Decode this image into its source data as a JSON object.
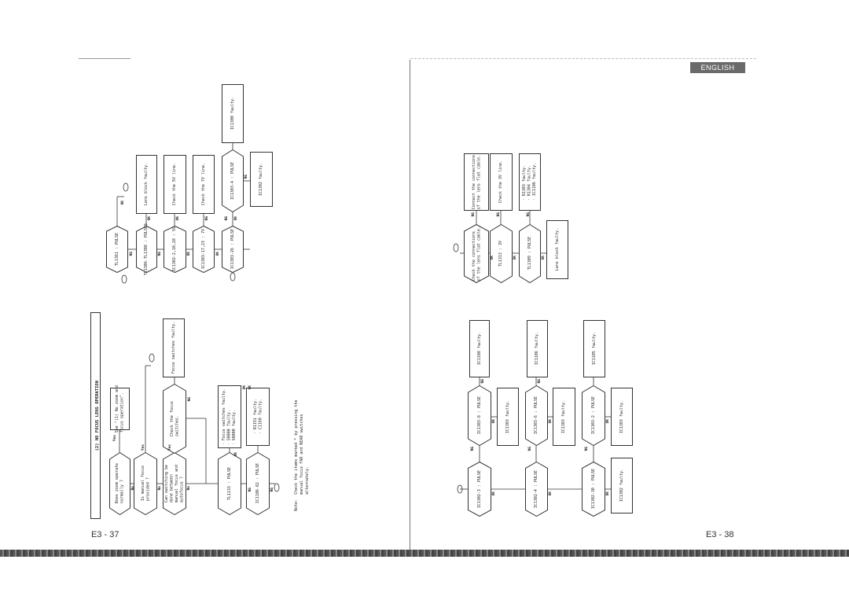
{
  "left_page": {
    "page_number": "E3 - 37",
    "title": "(2) NO FOCUS LENS OPERATION",
    "nodes": {
      "q_zoom": "Does zoom operate\nnormally ?",
      "r_see": "See \"(1) No zoom and\nfocus operation\".",
      "q_manual": "Is manual focus\nprovided ?",
      "q_switch": "Can switching be\ndone between\nmanual focus and\nautofocus ?",
      "q_checksw": "Check the focus\nswitches.",
      "r_focussw": "Focus switches faulty.",
      "q_tl1133": "TL1133 : PULSE",
      "r_tl1133": "· Focus switches faulty.\n· S0000 faulty.\n· S0000 faulty.",
      "q_ic1106": "IC1106-82 : PULSE",
      "r_ic1106": "· R1151 faulty.\n· C1160 faulty.",
      "q_tl1361": "TL1361 : PULSE",
      "q_tl1306": "TL1306-TL1308 : PULSES",
      "r_lens1": "Lens block faulty.",
      "q_ic1302_5v": "IC1302-2,10,28 : 5V",
      "r_5v": "Check the 5V line.",
      "q_ic1303_7v": "IC1303-17,23 : 7V",
      "r_7v": "Check the 7V line.",
      "q_ic1303_26": "IC1303-26 : PULSE",
      "q_ic1303_4": "IC1303-4 : PULSE",
      "r_ic1300": "IC1300 faulty.",
      "r_ic1302": "IC1302 faulty."
    },
    "note": "Note:  Check the items marked * by pressing the\n       manual focus FAR and NEAR switches\n       alternately.",
    "edge_labels": [
      "No",
      "Yes",
      "No",
      "Yes",
      "No",
      "Yes",
      "NG",
      "OK",
      "NG",
      "OK",
      "NG",
      "OK",
      "OK",
      "NG",
      "OK",
      "NG",
      "OK",
      "NG",
      "OK",
      "NG",
      "OK",
      "NG",
      "OK"
    ]
  },
  "right_page": {
    "page_number": "E3 - 38",
    "language_badge": "ENGLISH",
    "nodes": {
      "q_conn": "Check the connections\nof the lens flat cable.",
      "r_conn": "Connect the connections\nof the lens flat cable.",
      "q_tl1313": "TL1313 : 3V",
      "r_3v": "Check the 3V line.",
      "q_tl1309": "TL1309 : PULSE",
      "r_tl1309": "· R1303 faulty.\n· R1304 faulty.\n· IC1106 faulty.",
      "r_lens2": "Lens block faulty.",
      "q_ic1302_3": "IC1302-3 : PULSE",
      "q_ic1303_8": "IC1303-8 : PULSE",
      "r_ic1108": "IC1108 faulty.",
      "r_ic1303a": "IC1303 faulty.",
      "q_ic1302_4": "IC1302-4 : PULSE",
      "q_ic1303_6": "IC1303-6 : PULSE",
      "r_ic1106b": "IC1106 faulty.",
      "r_ic1303b": "IC1303 faulty.",
      "q_ic1302_30": "IC1302-30 : PULSE",
      "q_ic1303_2": "IC1303-2 : PULSE",
      "r_ic1105": "IC1105 faulty.",
      "r_ic1303c": "IC1303 faulty.",
      "r_ic1302b": "IC1302 faulty."
    },
    "edge_labels": [
      "NG",
      "OK",
      "NG",
      "OK",
      "NG",
      "OK",
      "NG",
      "OK",
      "NG",
      "OK",
      "NG",
      "OK",
      "NG",
      "OK",
      "NG",
      "OK",
      "OK"
    ]
  }
}
